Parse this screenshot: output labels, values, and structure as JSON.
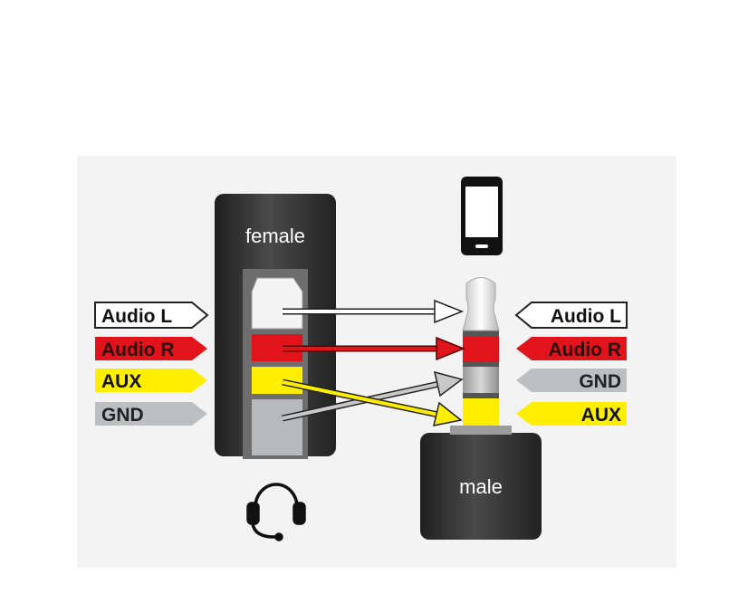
{
  "female": {
    "title": "female",
    "labels": [
      {
        "text": "Audio L",
        "fill": "#ffffff",
        "text_color": "#111111",
        "outline": "#222222"
      },
      {
        "text": "Audio R",
        "fill": "#e1141c",
        "text_color": "#2a0a0a",
        "outline": "#e1141c"
      },
      {
        "text": "AUX",
        "fill": "#ffee00",
        "text_color": "#111111",
        "outline": "#ffee00"
      },
      {
        "text": "GND",
        "fill": "#bdbebf",
        "text_color": "#222222",
        "outline": "#bdbebf"
      }
    ]
  },
  "male": {
    "title": "male",
    "labels": [
      {
        "text": "Audio L",
        "fill": "#ffffff",
        "text_color": "#111111",
        "outline": "#222222"
      },
      {
        "text": "Audio R",
        "fill": "#e1141c",
        "text_color": "#2a0a0a",
        "outline": "#e1141c"
      },
      {
        "text": "GND",
        "fill": "#bdbebf",
        "text_color": "#222222",
        "outline": "#bdbebf"
      },
      {
        "text": "AUX",
        "fill": "#ffee00",
        "text_color": "#111111",
        "outline": "#ffee00"
      }
    ]
  },
  "colors": {
    "background": "#f3f3f3",
    "connector_body": "#3a3a3a",
    "audio_l": "#ffffff",
    "audio_r": "#e1141c",
    "aux": "#ffee00",
    "gnd": "#bdbebf"
  },
  "icons": {
    "device": "smartphone-icon",
    "headset": "headset-icon"
  }
}
